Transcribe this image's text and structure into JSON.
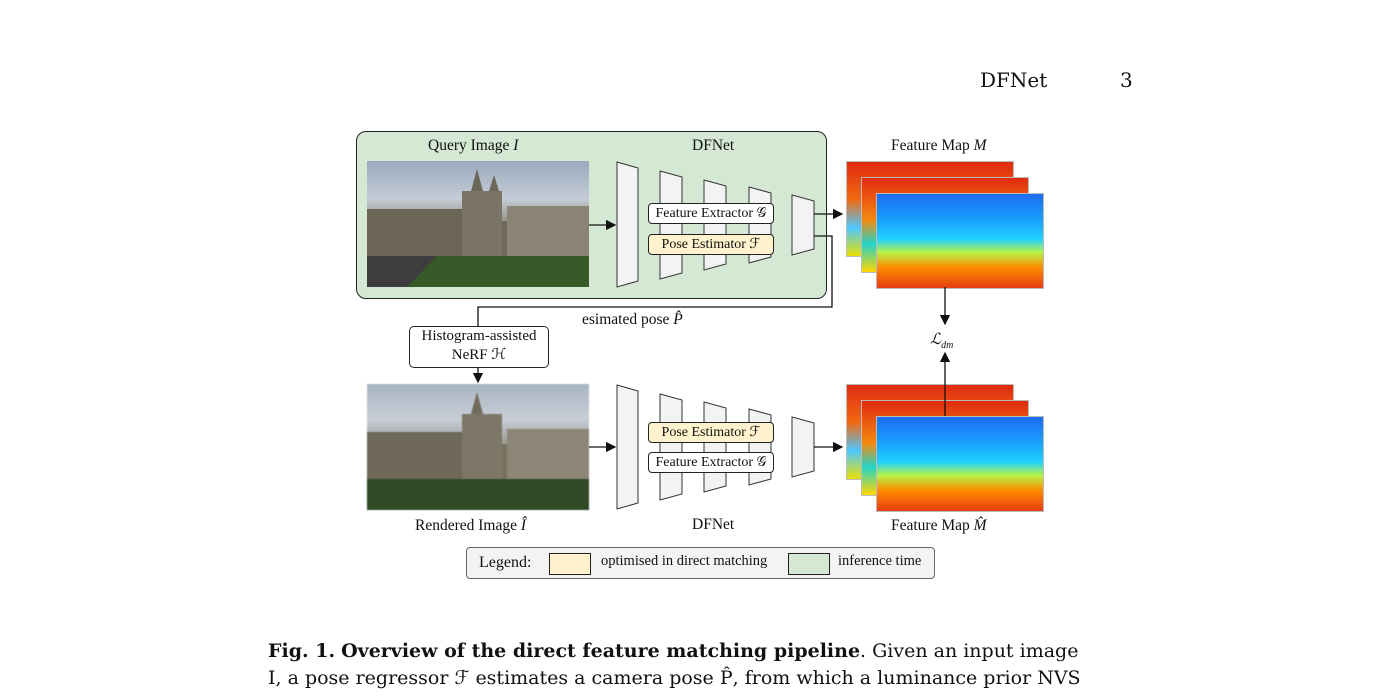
{
  "header": {
    "running_title": "DFNet",
    "page_number": "3"
  },
  "figure": {
    "query_image_label": "Query Image",
    "query_image_symbol": "I",
    "dfnet_top_label": "DFNet",
    "dfnet_bottom_label": "DFNet",
    "feature_map_top_label": "Feature Map",
    "feature_map_top_symbol": "M",
    "feature_map_bottom_label": "Feature Map",
    "feature_map_bottom_symbol": "M̂",
    "feature_extractor_label": "Feature Extractor 𝒢",
    "pose_estimator_label": "Pose Estimator ℱ",
    "estimated_pose_label": "esimated pose",
    "estimated_pose_symbol": "P̂",
    "histogram_box_line1": "Histogram-assisted",
    "histogram_box_line2": "NeRF ℋ",
    "rendered_image_label": "Rendered Image",
    "rendered_image_symbol": "Î",
    "loss_label": "ℒ",
    "loss_subscript": "dm"
  },
  "legend": {
    "title": "Legend:",
    "optimised_label": "optimised in direct matching",
    "inference_label": "inference time",
    "colors": {
      "optimised": "#fff2cc",
      "inference": "#d5e8d4"
    }
  },
  "caption": {
    "label": "Fig. 1.",
    "bold_title": "Overview of the direct feature matching pipeline",
    "line1_rest": ". Given an input image",
    "line2": "I, a pose regressor ℱ estimates a camera pose P̂, from which a luminance prior NVS"
  }
}
